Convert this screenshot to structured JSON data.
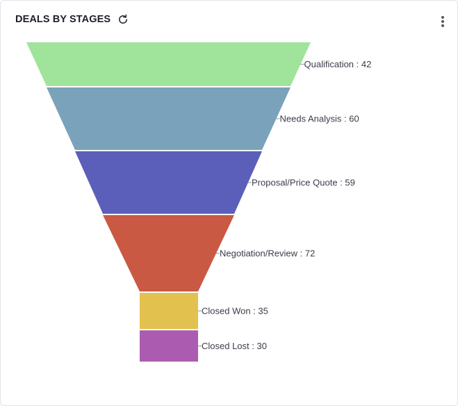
{
  "widget": {
    "title": "DEALS BY STAGES",
    "refresh_icon": "refresh-icon",
    "menu_icon": "more-vertical-icon"
  },
  "chart_data": {
    "type": "funnel",
    "title": "DEALS BY STAGES",
    "stages": [
      {
        "name": "Qualification",
        "value": 42,
        "label": "Qualification : 42",
        "color": "#a0e39a"
      },
      {
        "name": "Needs Analysis",
        "value": 60,
        "label": "Needs Analysis : 60",
        "color": "#7ba2bb"
      },
      {
        "name": "Proposal/Price Quote",
        "value": 59,
        "label": "Proposal/Price Quote : 59",
        "color": "#5b5fba"
      },
      {
        "name": "Negotiation/Review",
        "value": 72,
        "label": "Negotiation/Review : 72",
        "color": "#c95943"
      },
      {
        "name": "Closed Won",
        "value": 35,
        "label": "Closed Won : 35",
        "color": "#e3c14e"
      },
      {
        "name": "Closed Lost",
        "value": 30,
        "label": "Closed Lost : 30",
        "color": "#ab5cb0"
      }
    ]
  }
}
